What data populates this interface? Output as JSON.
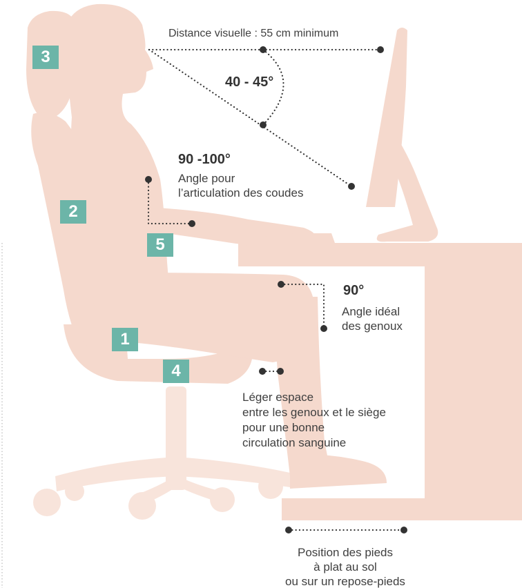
{
  "colors": {
    "silhouette": "#f5d9cd",
    "silhouette_light": "#f8e4db",
    "badge": "#6cb5a8",
    "dots": "#333333",
    "text": "#3f3f3f"
  },
  "badges": {
    "b1": "1",
    "b2": "2",
    "b3": "3",
    "b4": "4",
    "b5": "5"
  },
  "labels": {
    "distance": "Distance visuelle : 55 cm minimum",
    "vision_angle": "40 - 45°",
    "elbow_angle": "90 -100°",
    "elbow_line1": "Angle pour",
    "elbow_line2": "l’articulation des coudes",
    "knee_angle": "90°",
    "knee_line1": "Angle idéal",
    "knee_line2": "des genoux",
    "gap_line1": "Léger espace",
    "gap_line2": "entre les genoux et le siège",
    "gap_line3": "pour une bonne",
    "gap_line4": "circulation sanguine",
    "feet_line1": "Position des pieds",
    "feet_line2": "à plat au sol",
    "feet_line3": "ou sur un repose-pieds"
  }
}
